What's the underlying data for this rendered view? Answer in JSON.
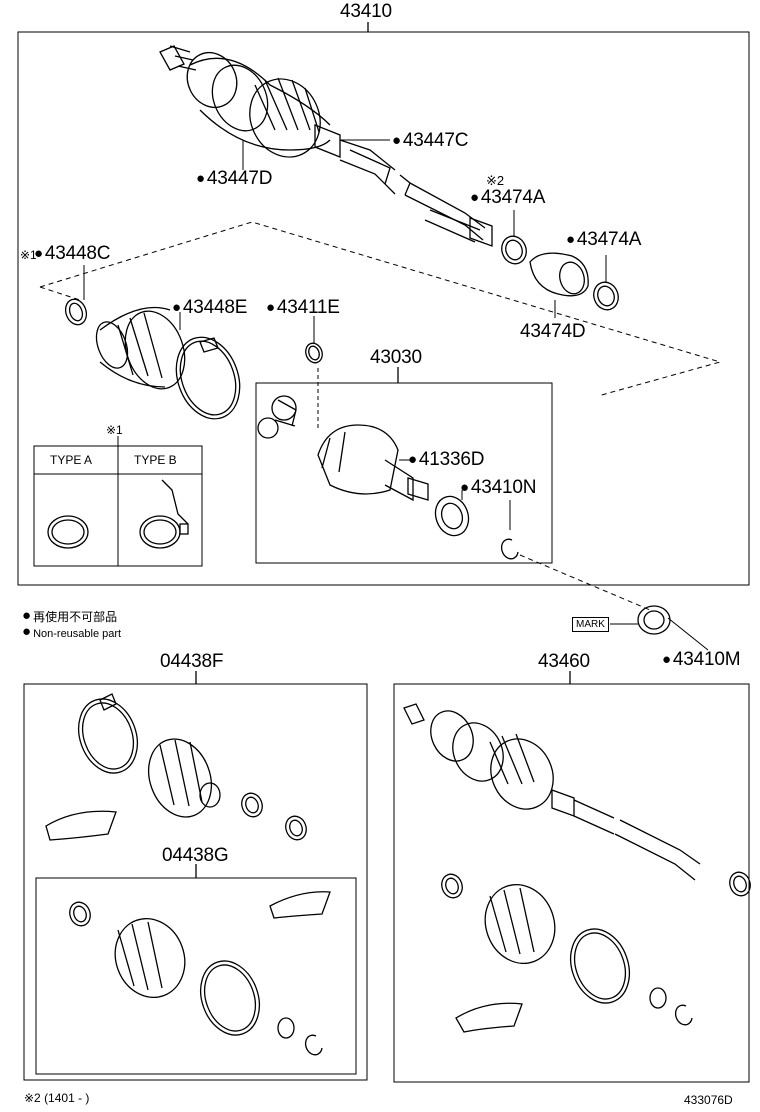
{
  "labels": {
    "main_assembly": "43410",
    "boot_clamp_c": "43447C",
    "boot_clamp_d": "43447D",
    "clamp_a_1": "43474A",
    "clamp_a_2": "43474A",
    "damper": "43474D",
    "clamp_c": "43448C",
    "clamp_e": "43448E",
    "snap_ring_e": "43411E",
    "inboard_joint": "43030",
    "seal_d": "41336D",
    "ring_n": "43410N",
    "ring_m": "43410M",
    "boot_kit_f": "04438F",
    "boot_kit_g": "04438G",
    "outer_assembly": "43460"
  },
  "notes": {
    "note2_mark": "※2",
    "note1_mark": "※1",
    "note1_box_mark": "※1",
    "type_a": "TYPE A",
    "type_b": "TYPE B",
    "legend_jp": "再使用不可部品",
    "legend_en": "Non-reusable part",
    "mark_tag": "MARK",
    "footnote": "※2 (1401 -        )",
    "diagram_code": "433076D"
  }
}
